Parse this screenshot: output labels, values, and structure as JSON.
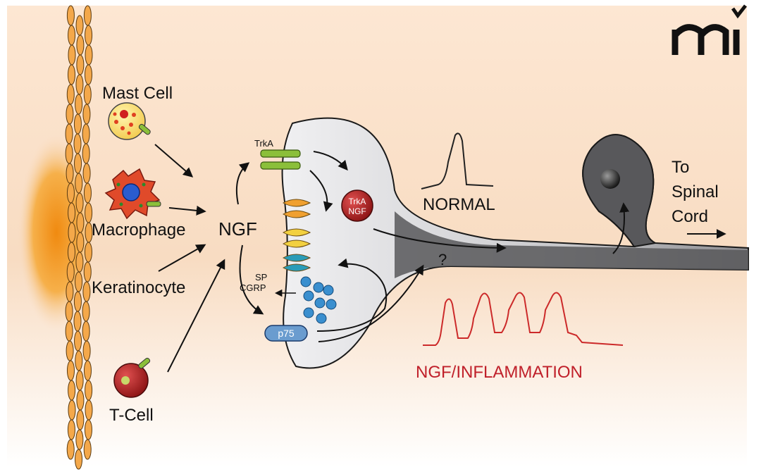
{
  "cells": {
    "mast": "Mast Cell",
    "macrophage": "Macrophage",
    "keratinocyte": "Keratinocyte",
    "tcell": "T-Cell"
  },
  "ngf": "NGF",
  "receptors": {
    "trka": "TrkA",
    "trka_ngf_line1": "TrkA",
    "trka_ngf_line2": "NGF",
    "p75": "p75"
  },
  "peptides": {
    "sp": "SP",
    "cgrp": "CGRP"
  },
  "question": "?",
  "traces": {
    "normal": "NORMAL",
    "inflammation": "NGF/INFLAMMATION"
  },
  "destination": {
    "line1": "To",
    "line2": "Spinal",
    "line3": "Cord"
  },
  "logo": "mi",
  "colors": {
    "background": "#f9dcc0",
    "neuron": "#d0d0d3",
    "neuron_edge": "#1a1a1a",
    "axon": "#58585b",
    "inflammation_trace": "#cc2a2a",
    "trka_green": "#8bbf3a",
    "vesicle_blue": "#3a8fcf",
    "receptor_orange": "#f0a030",
    "receptor_teal": "#2a9cb8"
  }
}
